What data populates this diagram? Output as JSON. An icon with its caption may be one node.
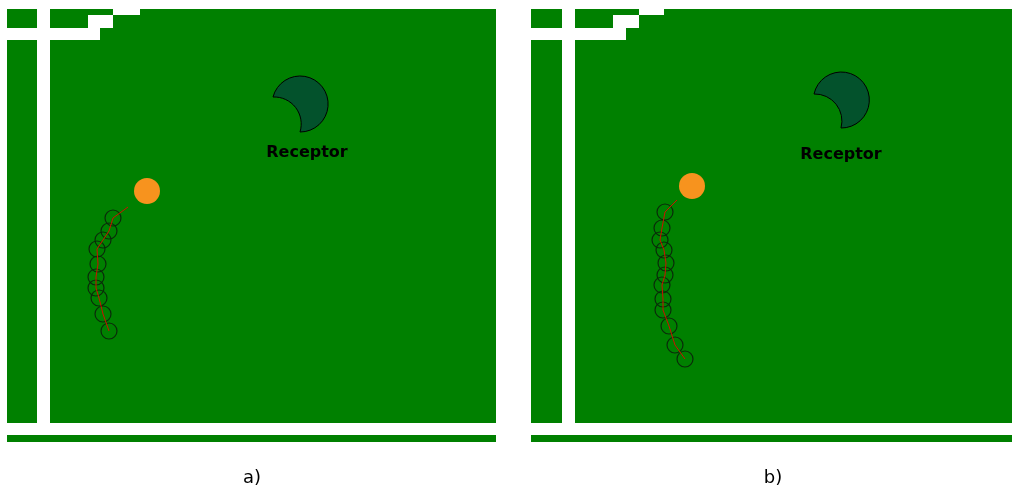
{
  "diagram": {
    "labels": [
      "Receptor",
      "Receptor",
      "a)",
      "b)"
    ]
  }
}
